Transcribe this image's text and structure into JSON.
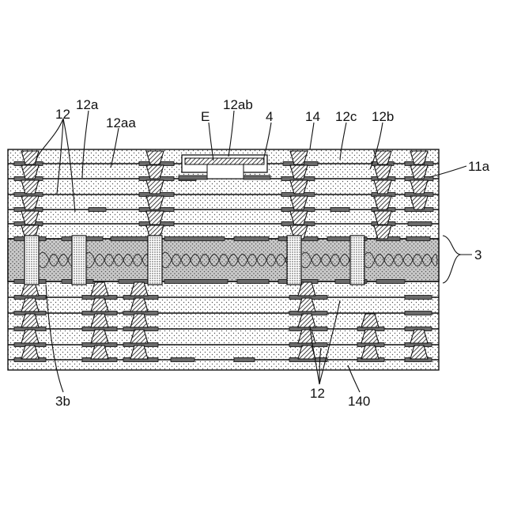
{
  "figure": {
    "labels": {
      "l12_top": "12",
      "l12a": "12a",
      "l12aa": "12aa",
      "lE": "E",
      "l12ab": "12ab",
      "l4": "4",
      "l14": "14",
      "l12c": "12c",
      "l12b": "12b",
      "l11a": "11a",
      "l3": "3",
      "l3b": "3b",
      "l12_bottom": "12",
      "l140": "140"
    }
  }
}
